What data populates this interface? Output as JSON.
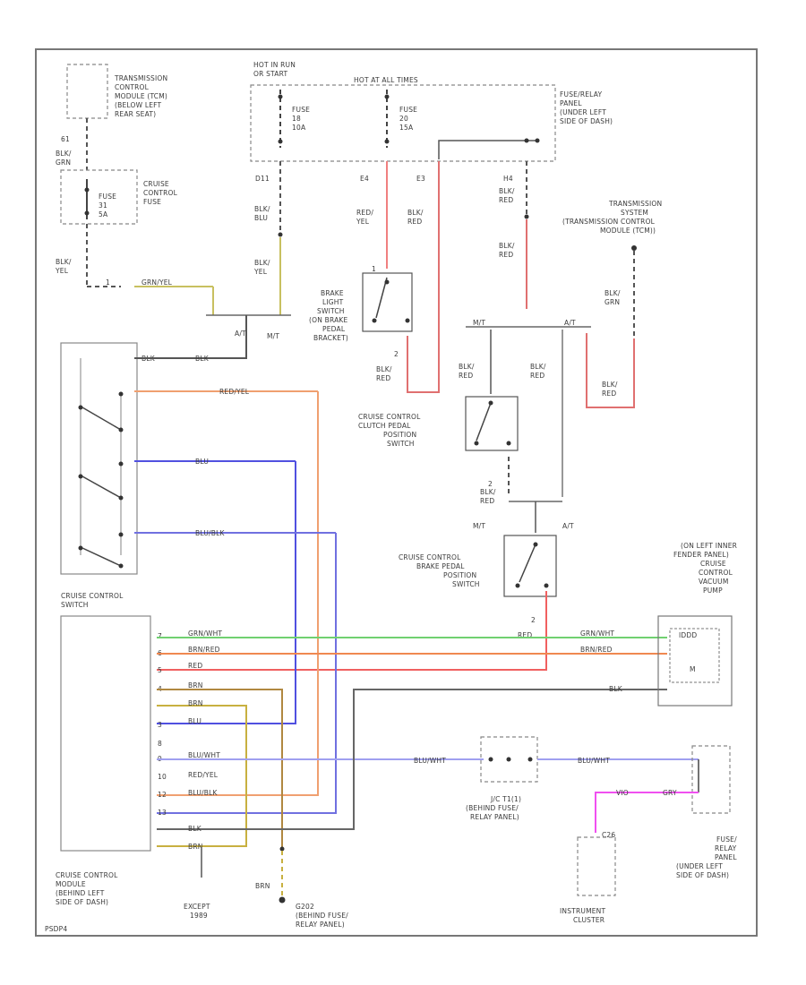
{
  "components": {
    "tcm": [
      "TRANSMISSION",
      "CONTROL",
      "MODULE (TCM)",
      "(BELOW LEFT",
      "REAR SEAT)"
    ],
    "cruise_fuse": [
      "CRUISE",
      "CONTROL",
      "FUSE"
    ],
    "cruise_fuse_inner": [
      "FUSE",
      "31",
      "5A"
    ],
    "hot_in_run_label": [
      "HOT IN RUN",
      "OR START"
    ],
    "hot_at_all_times_label": "HOT AT ALL TIMES",
    "fuse_18": [
      "FUSE",
      "18",
      "10A"
    ],
    "fuse_20": [
      "FUSE",
      "20",
      "15A"
    ],
    "fuse_relay_panel": [
      "FUSE/RELAY",
      "PANEL",
      "(UNDER LEFT",
      "SIDE OF DASH)"
    ],
    "trans_system": [
      "TRANSMISSION",
      "SYSTEM",
      "(TRANSMISSION CONTROL",
      "MODULE (TCM))"
    ],
    "brake_light_switch": [
      "BRAKE",
      "LIGHT",
      "SWITCH",
      "(ON BRAKE",
      "PEDAL",
      "BRACKET)"
    ],
    "clutch_switch": [
      "CRUISE CONTROL",
      "CLUTCH PEDAL",
      "POSITION",
      "SWITCH"
    ],
    "brake_pos_switch": [
      "CRUISE CONTROL",
      "BRAKE PEDAL",
      "POSITION",
      "SWITCH"
    ],
    "vacuum_pump": [
      "(ON LEFT INNER",
      "FENDER PANEL)",
      "CRUISE",
      "CONTROL",
      "VACUUM",
      "PUMP"
    ],
    "vacuum_pump_inner": [
      "IDDD",
      "M"
    ],
    "cruise_switch": [
      "CRUISE CONTROL",
      "SWITCH"
    ],
    "cruise_module": [
      "CRUISE CONTROL",
      "MODULE",
      "(BEHIND LEFT",
      "SIDE OF DASH)"
    ],
    "except_1989": [
      "EXCEPT",
      "1989"
    ],
    "g202": [
      "G202",
      "(BEHIND FUSE/",
      "RELAY PANEL)"
    ],
    "jc": [
      "J/C T1(1)",
      "(BEHIND FUSE/",
      "RELAY PANEL)"
    ],
    "instrument_cluster": [
      "INSTRUMENT",
      "CLUSTER"
    ],
    "fuse_relay_panel_2": [
      "FUSE/",
      "RELAY",
      "PANEL",
      "(UNDER LEFT",
      "SIDE OF DASH)"
    ],
    "at": "A/T",
    "mt": "M/T",
    "diagram_id": "PSDP4"
  },
  "wire_labels": {
    "blk_grn_1": [
      "BLK/",
      "GRN"
    ],
    "blk_yel_1": [
      "BLK/",
      "YEL"
    ],
    "blk_blu": [
      "BLK/",
      "BLU"
    ],
    "blk_yel_2": [
      "BLK/",
      "YEL"
    ],
    "red_yel": [
      "RED/",
      "YEL"
    ],
    "blk_red_1": [
      "BLK/",
      "RED"
    ],
    "blk_red_2": [
      "BLK/",
      "RED"
    ],
    "blk_red_3": [
      "BLK/",
      "RED"
    ],
    "blk_grn_2": [
      "BLK/",
      "GRN"
    ],
    "blk_red_4": [
      "BLK/",
      "RED"
    ],
    "blk_red_5": [
      "BLK/",
      "RED"
    ],
    "blk_red_6": [
      "BLK/",
      "RED"
    ],
    "blk_red_7": [
      "BLK/",
      "RED"
    ],
    "blk_red_8": [
      "BLK/",
      "RED"
    ],
    "blk_1": "BLK",
    "grn_yel": "GRN/YEL",
    "red_yel_h": "RED/YEL",
    "blu": "BLU",
    "blu_blk": "BLU/BLK",
    "blk_h": "BLK",
    "grn_wht_l": "GRN/WHT",
    "brn_red_l": "BRN/RED",
    "red_l": "RED",
    "brn_1": "BRN",
    "brn_2": "BRN",
    "blu_l": "BLU",
    "blu_wht_l": "BLU/WHT",
    "red_yel_l": "RED/YEL",
    "blu_blk_l": "BLU/BLK",
    "blk_l": "BLK",
    "brn_l": "BRN",
    "grn_wht_r": "GRN/WHT",
    "brn_red_r": "BRN/RED",
    "blk_r": "BLK",
    "blu_wht_m": "BLU/WHT",
    "blu_wht_r": "BLU/WHT",
    "red_mid": "RED",
    "grn_bot": "BRN",
    "vio": "VIO",
    "gry": "GRY"
  },
  "pins": {
    "p_61": "61",
    "p_d11": "D11",
    "p_e4": "E4",
    "p_e3": "E3",
    "p_h4": "H4",
    "p_2a": "2",
    "p_2b": "2",
    "p_2c": "2",
    "p_c26": "C26",
    "p_1": "1",
    "p_1a": "1",
    "p_3": "3",
    "p_5": "5",
    "p_4": "4",
    "p_6": "6",
    "p_7": "7",
    "p_8": "8",
    "p_9": "9",
    "p_10": "10",
    "p_12": "12",
    "p_13": "13"
  },
  "colors": {
    "red": "#f08080",
    "orange": "#f4a070",
    "blue": "#6060e0",
    "blue_light": "#a0a0f0",
    "green": "#70d070",
    "yellow": "#d8c070",
    "brown": "#b08040",
    "magenta": "#f050f0",
    "black": "#606060"
  }
}
